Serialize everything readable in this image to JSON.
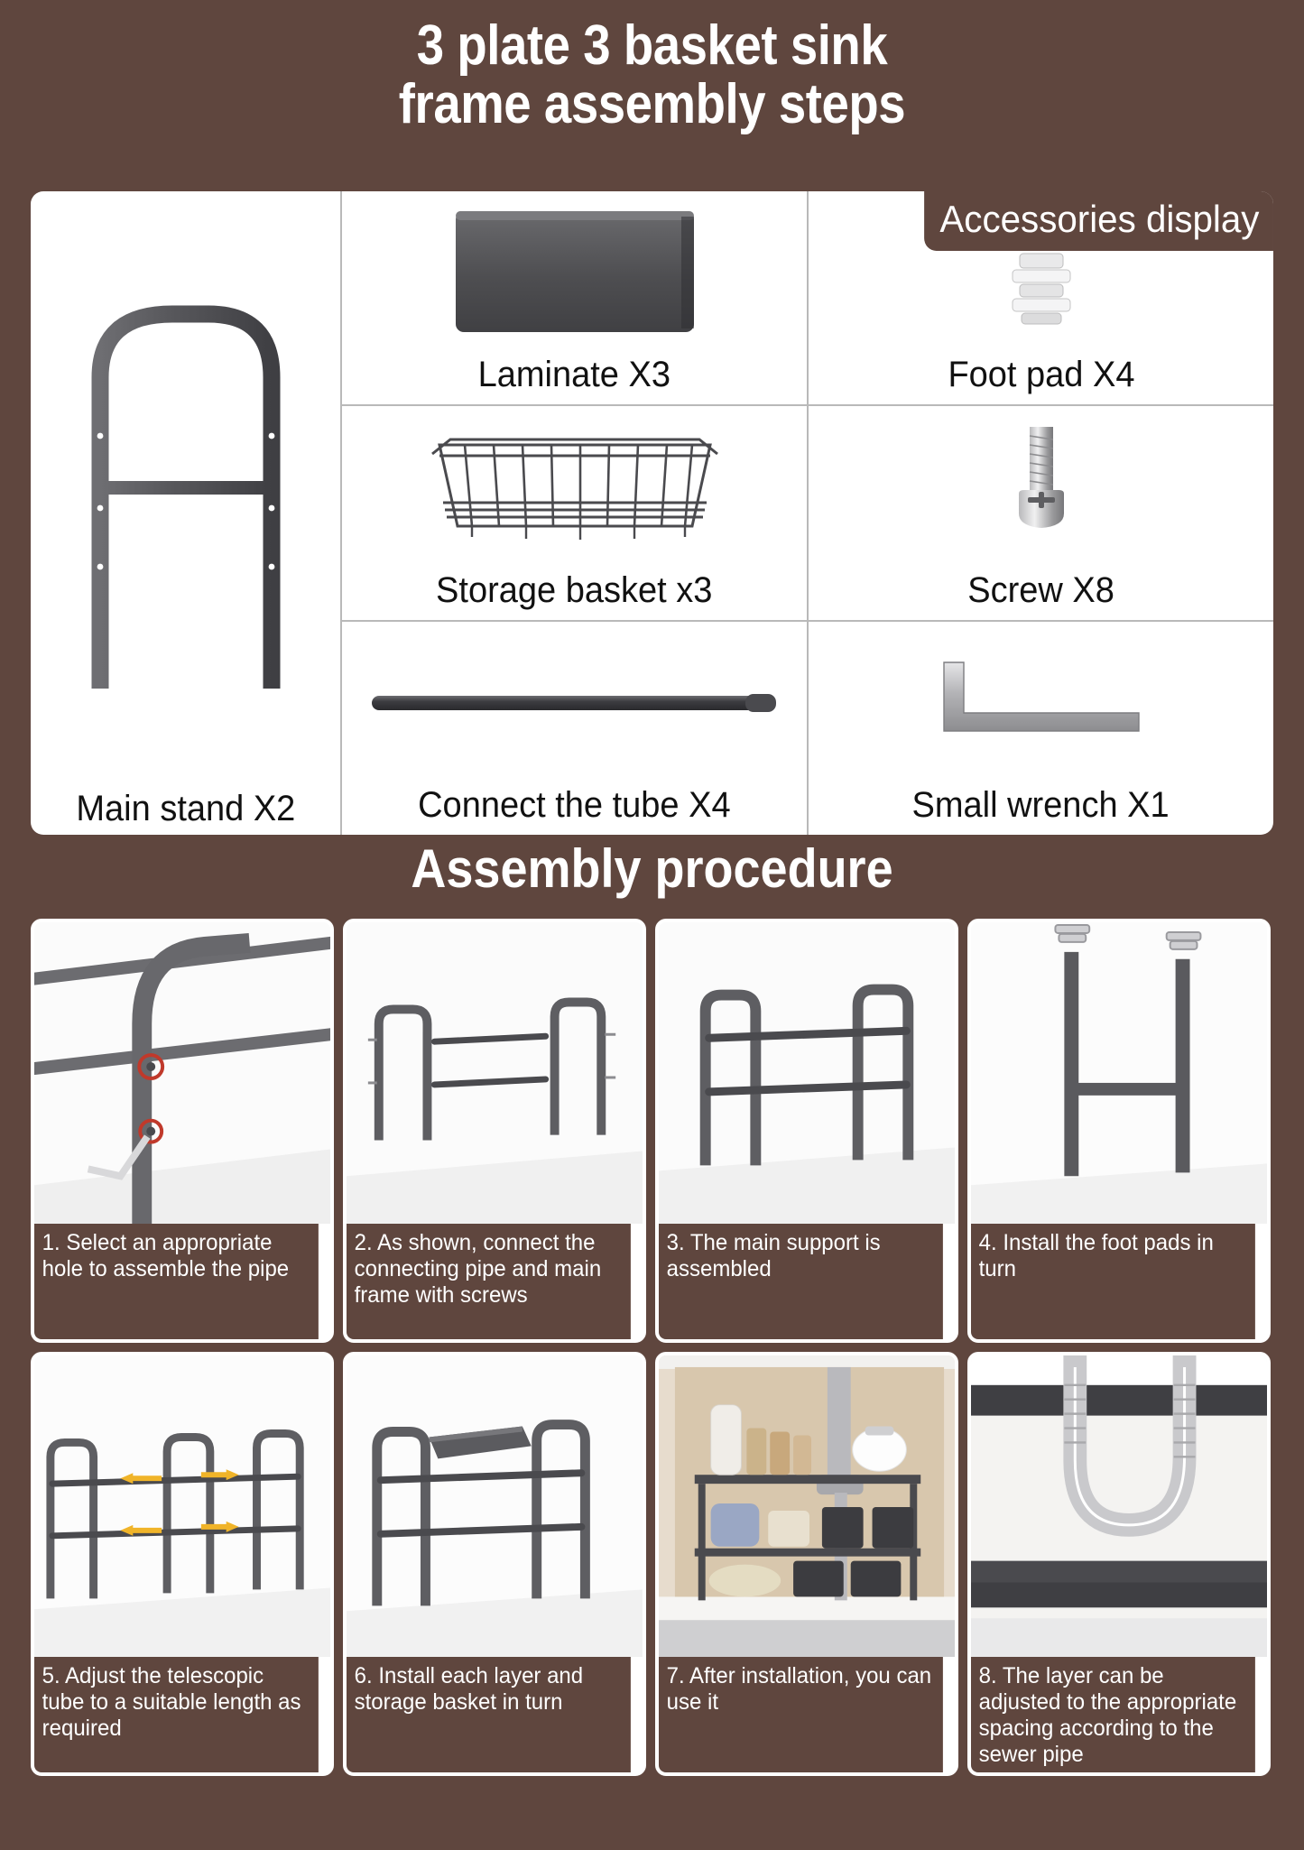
{
  "theme": {
    "background": "#5f463e",
    "panel": "#ffffff",
    "accent": "#5f463e",
    "metal": "#5a5a5e",
    "arrow": "#f0b429"
  },
  "title": {
    "line1": "3 plate 3 basket sink",
    "line2": "frame assembly steps"
  },
  "parts": {
    "accessories_badge": "Accessories display",
    "main_stand": {
      "label": "Main stand X2",
      "icon": "main-stand-icon"
    },
    "grid": [
      [
        {
          "label": "Laminate X3",
          "icon": "laminate-icon"
        },
        {
          "label": "Foot pad X4",
          "icon": "foot-pad-icon"
        }
      ],
      [
        {
          "label": "Storage basket x3",
          "icon": "storage-basket-icon"
        },
        {
          "label": "Screw X8",
          "icon": "screw-icon"
        }
      ],
      [
        {
          "label": "Connect the tube X4",
          "icon": "connect-tube-icon"
        },
        {
          "label": "Small wrench X1",
          "icon": "small-wrench-icon"
        }
      ]
    ]
  },
  "procedure": {
    "heading": "Assembly procedure",
    "steps": [
      {
        "number": "1.",
        "text": "1. Select an appropriate hole to assemble the pipe",
        "art": "step-hole-screw"
      },
      {
        "number": "2.",
        "text": "2. As shown, connect the connecting pipe and main frame with screws",
        "art": "step-connect-pipes"
      },
      {
        "number": "3.",
        "text": "3. The main support is assembled",
        "art": "step-main-support"
      },
      {
        "number": "4.",
        "text": "4. Install the foot pads in turn",
        "art": "step-foot-pads"
      },
      {
        "number": "5.",
        "text": "5. Adjust the telescopic tube to a suitable length as required",
        "art": "step-telescopic"
      },
      {
        "number": "6.",
        "text": "6. Install each layer and storage basket in turn",
        "art": "step-layers"
      },
      {
        "number": "7.",
        "text": "7. After installation, you can use it",
        "art": "step-installed"
      },
      {
        "number": "8.",
        "text": "8. The layer can be adjusted to the appropriate spacing according to the sewer pipe",
        "art": "step-sewer-pipe"
      }
    ]
  }
}
